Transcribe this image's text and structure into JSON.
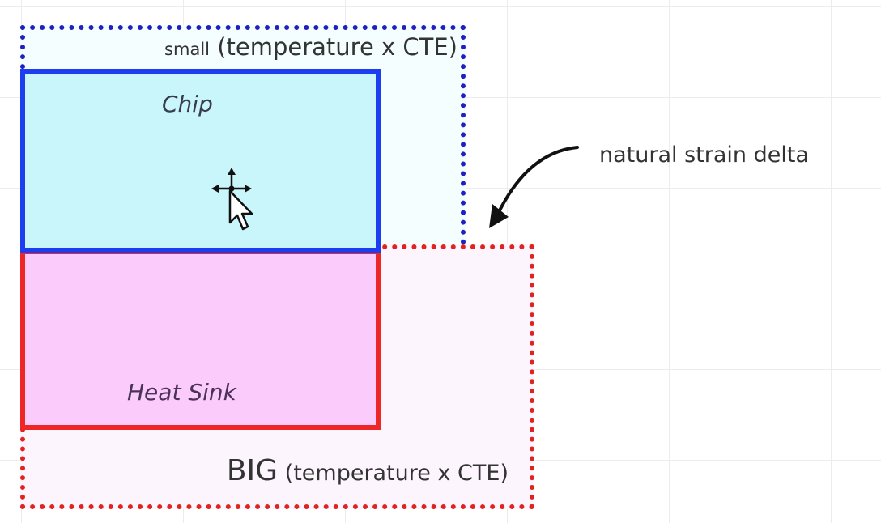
{
  "diagram": {
    "chip_expansion_label": {
      "size": "small",
      "detail": "(temperature x CTE)"
    },
    "chip_label": "Chip",
    "heat_sink_label": "Heat Sink",
    "heat_sink_expansion_label": {
      "size": "BIG",
      "detail": "(temperature x CTE)"
    },
    "annotation": "natural strain delta",
    "colors": {
      "chip_fill": "#c8f6fa",
      "chip_border": "#1d3ef0",
      "chip_expansion_border": "#1f1fc2",
      "heat_sink_fill": "#fbccfb",
      "heat_sink_border": "#ee2626",
      "heat_sink_expansion_border": "#e0231f",
      "arrow": "#111111"
    },
    "icons": [
      "move-cursor-icon",
      "curved-arrow-icon"
    ]
  }
}
